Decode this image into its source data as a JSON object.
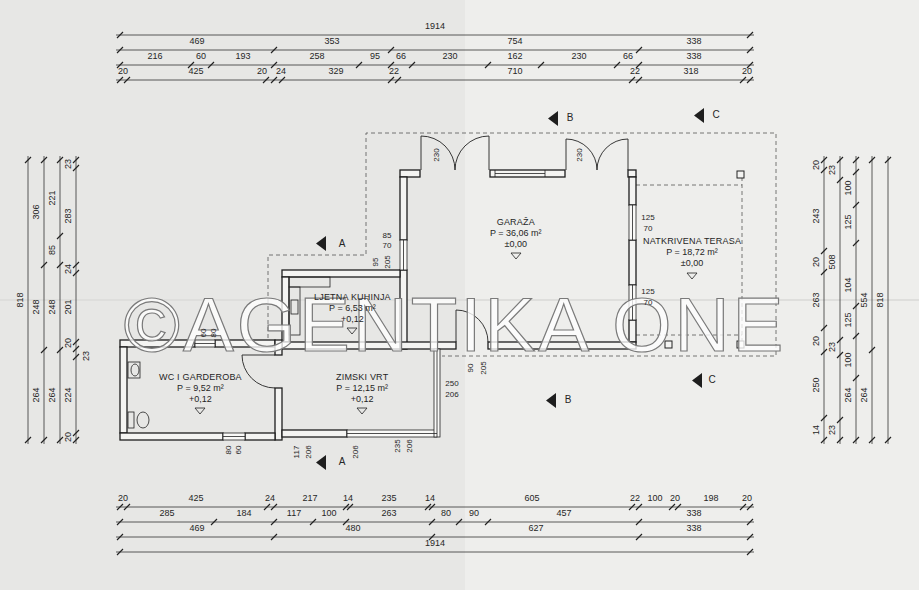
{
  "diagram": {
    "nodes": [
      {
        "text": [
          "GARAŽA",
          "P = 36,06 m²",
          "±0,00"
        ]
      },
      {
        "text": [
          "NATKRIVENA TERASA",
          "P = 18,72 m²",
          "±0,00"
        ]
      },
      {
        "text": [
          "LJETNA KUHINJA",
          "P = 6,53 m²",
          "+0,12"
        ]
      },
      {
        "text": [
          "WC I GARDEROBA",
          "P = 9,52 m²",
          "+0,12"
        ]
      },
      {
        "text": [
          "ZIMSKI VRT",
          "P = 12,15 m²",
          "+0,12"
        ]
      }
    ],
    "labels": [
      "©AGENTIKA ONE",
      "1914",
      "469",
      "353",
      "754",
      "338",
      "216",
      "60",
      "193",
      "258",
      "95",
      "66",
      "230",
      "162",
      "230",
      "66",
      "338",
      "20",
      "425",
      "20",
      "24",
      "329",
      "22",
      "710",
      "22",
      "318",
      "20",
      "20",
      "425",
      "24",
      "217",
      "14",
      "235",
      "14",
      "605",
      "22",
      "100",
      "20",
      "198",
      "20",
      "285",
      "184",
      "117",
      "100",
      "263",
      "80",
      "90",
      "457",
      "338",
      "469",
      "480",
      "627",
      "338",
      "1914",
      "818",
      "306",
      "248",
      "264",
      "221",
      "85",
      "248",
      "264",
      "23",
      "283",
      "24",
      "201",
      "20",
      "23",
      "224",
      "20",
      "20",
      "243",
      "20",
      "263",
      "20",
      "250",
      "14",
      "23",
      "508",
      "23",
      "23",
      "100",
      "125",
      "104",
      "125",
      "100",
      "264",
      "554",
      "264",
      "818",
      "230",
      "230",
      "85",
      "70",
      "95",
      "205",
      "125",
      "70",
      "125",
      "70",
      "90",
      "205",
      "250",
      "206",
      "60",
      "80",
      "80",
      "60",
      "117",
      "206",
      "206",
      "235",
      "206",
      "A",
      "A",
      "B",
      "B",
      "C",
      "C"
    ]
  }
}
